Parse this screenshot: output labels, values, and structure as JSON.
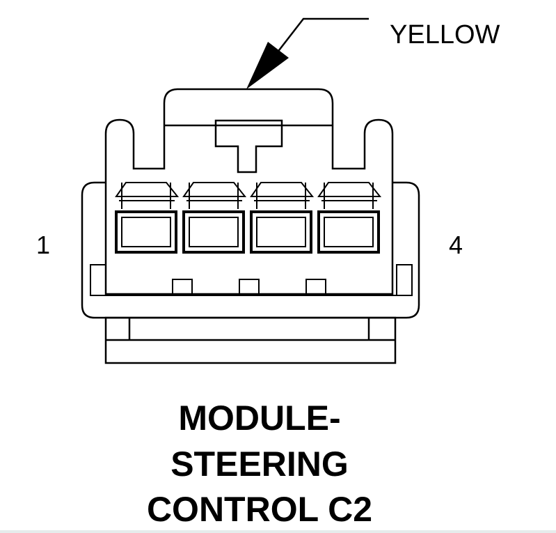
{
  "diagram": {
    "wire_color_label": "YELLOW",
    "pin_first": "1",
    "pin_last": "4",
    "pin_count": 4,
    "title_lines": [
      "MODULE-",
      "STEERING",
      "CONTROL C2"
    ]
  }
}
